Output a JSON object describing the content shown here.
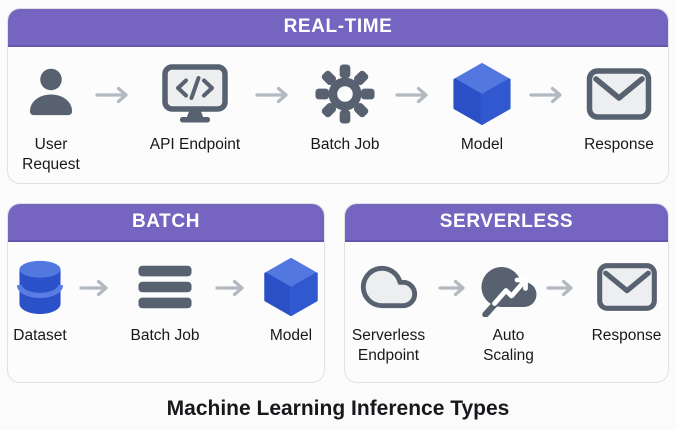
{
  "title": "Machine Learning Inference Types",
  "colors": {
    "purple": "#7565C1",
    "purple_dark": "#6557AE",
    "header_text": "#FFFFFF",
    "icon_gray": "#576170",
    "icon_light": "#EDEEF0",
    "arrow": "#B3B9C1",
    "cube_top": "#5278E0",
    "cube_left": "#2B50C6",
    "cube_right": "#3158CF",
    "db_top": "#5277DF",
    "db_body": "#2B51C8",
    "db_band": "#5B7BE4",
    "card_bg": "#FCFCFD",
    "card_border": "#E1E1E5",
    "page_bg": "#FBFBFB",
    "text": "#17181B"
  },
  "sections": {
    "realtime": {
      "header": "REAL-TIME",
      "nodes": [
        {
          "label": "User Request",
          "icon": "user-icon"
        },
        {
          "label": "API Endpoint",
          "icon": "monitor-code-icon"
        },
        {
          "label": "Batch Job",
          "icon": "gear-icon"
        },
        {
          "label": "Model",
          "icon": "cube-icon"
        },
        {
          "label": "Response",
          "icon": "envelope-icon"
        }
      ]
    },
    "batch": {
      "header": "BATCH",
      "nodes": [
        {
          "label": "Dataset",
          "icon": "database-icon"
        },
        {
          "label": "Batch Job",
          "icon": "stacked-bars-icon"
        },
        {
          "label": "Model",
          "icon": "cube-icon"
        }
      ]
    },
    "serverless": {
      "header": "SERVERLESS",
      "nodes": [
        {
          "label": "Serverless Endpoint",
          "icon": "cloud-icon"
        },
        {
          "label": "Auto Scaling",
          "icon": "cloud-trend-up-icon"
        },
        {
          "label": "Response",
          "icon": "envelope-icon"
        }
      ]
    }
  }
}
